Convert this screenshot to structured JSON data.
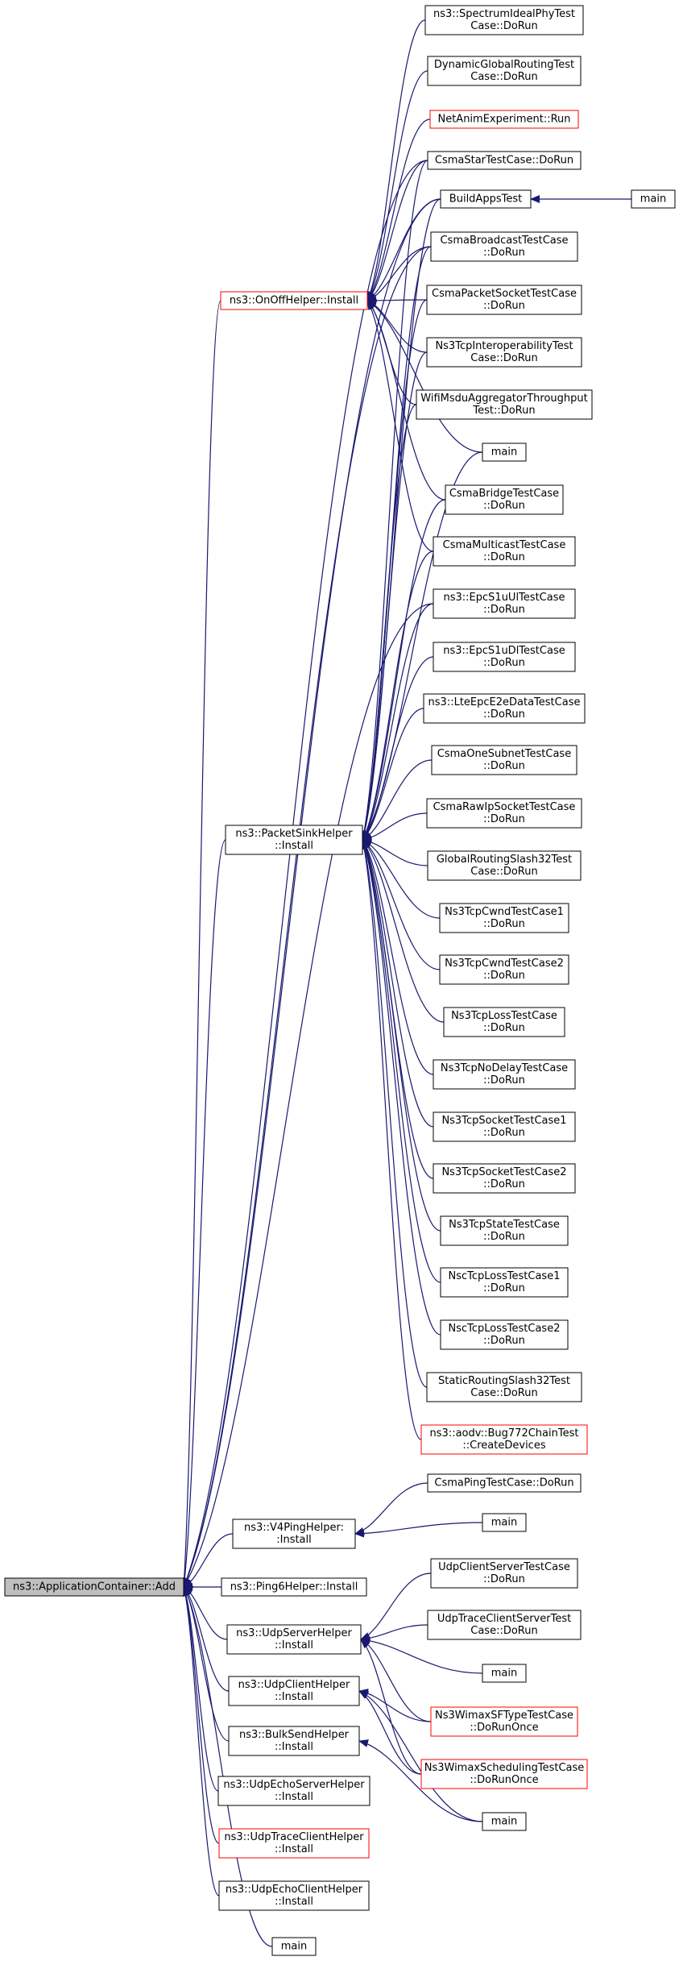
{
  "diagram": {
    "colors": {
      "edge": "#191970",
      "node_border": "#000000",
      "node_border_truncated": "#ff0000",
      "node_fill": "#ffffff",
      "root_fill": "#bfbfbf",
      "text": "#000000"
    },
    "nodes": [
      {
        "id": "root",
        "lines": [
          "ns3::ApplicationContainer::Add"
        ],
        "style": "root"
      },
      {
        "id": "onoff",
        "lines": [
          "ns3::OnOffHelper::Install"
        ],
        "style": "truncated"
      },
      {
        "id": "packetsink",
        "lines": [
          "ns3::PacketSinkHelper",
          "::Install"
        ],
        "style": "normal"
      },
      {
        "id": "v4ping",
        "lines": [
          "ns3::V4PingHelper:",
          ":Install"
        ],
        "style": "normal"
      },
      {
        "id": "ping6",
        "lines": [
          "ns3::Ping6Helper::Install"
        ],
        "style": "normal"
      },
      {
        "id": "udpserver",
        "lines": [
          "ns3::UdpServerHelper",
          "::Install"
        ],
        "style": "normal"
      },
      {
        "id": "udpclient",
        "lines": [
          "ns3::UdpClientHelper",
          "::Install"
        ],
        "style": "normal"
      },
      {
        "id": "bulksend",
        "lines": [
          "ns3::BulkSendHelper",
          "::Install"
        ],
        "style": "normal"
      },
      {
        "id": "udpechoserver",
        "lines": [
          "ns3::UdpEchoServerHelper",
          "::Install"
        ],
        "style": "normal"
      },
      {
        "id": "udptraceclient",
        "lines": [
          "ns3::UdpTraceClientHelper",
          "::Install"
        ],
        "style": "truncated"
      },
      {
        "id": "udpechoclient",
        "lines": [
          "ns3::UdpEchoClientHelper",
          "::Install"
        ],
        "style": "normal"
      },
      {
        "id": "main_root",
        "lines": [
          "main"
        ],
        "style": "normal"
      },
      {
        "id": "spectrum",
        "lines": [
          "ns3::SpectrumIdealPhyTest",
          "Case::DoRun"
        ],
        "style": "normal"
      },
      {
        "id": "dynglobal",
        "lines": [
          "DynamicGlobalRoutingTest",
          "Case::DoRun"
        ],
        "style": "normal"
      },
      {
        "id": "netanim",
        "lines": [
          "NetAnimExperiment::Run"
        ],
        "style": "truncated"
      },
      {
        "id": "csmastar",
        "lines": [
          "CsmaStarTestCase::DoRun"
        ],
        "style": "normal"
      },
      {
        "id": "buildapps",
        "lines": [
          "BuildAppsTest"
        ],
        "style": "normal"
      },
      {
        "id": "main_top",
        "lines": [
          "main"
        ],
        "style": "normal"
      },
      {
        "id": "csmabroadcast",
        "lines": [
          "CsmaBroadcastTestCase",
          "::DoRun"
        ],
        "style": "normal"
      },
      {
        "id": "csmapacket",
        "lines": [
          "CsmaPacketSocketTestCase",
          "::DoRun"
        ],
        "style": "normal"
      },
      {
        "id": "ns3tcpinterop",
        "lines": [
          "Ns3TcpInteroperabilityTest",
          "Case::DoRun"
        ],
        "style": "normal"
      },
      {
        "id": "wifimsdu",
        "lines": [
          "WifiMsduAggregatorThroughput",
          "Test::DoRun"
        ],
        "style": "normal"
      },
      {
        "id": "main_onoff",
        "lines": [
          "main"
        ],
        "style": "normal"
      },
      {
        "id": "csmabridge",
        "lines": [
          "CsmaBridgeTestCase",
          "::DoRun"
        ],
        "style": "normal"
      },
      {
        "id": "csmamulticast",
        "lines": [
          "CsmaMulticastTestCase",
          "::DoRun"
        ],
        "style": "normal"
      },
      {
        "id": "epcul",
        "lines": [
          "ns3::EpcS1uUlTestCase",
          "::DoRun"
        ],
        "style": "normal"
      },
      {
        "id": "epcdl",
        "lines": [
          "ns3::EpcS1uDlTestCase",
          "::DoRun"
        ],
        "style": "normal"
      },
      {
        "id": "lteepc",
        "lines": [
          "ns3::LteEpcE2eDataTestCase",
          "::DoRun"
        ],
        "style": "normal"
      },
      {
        "id": "csmaonesubnet",
        "lines": [
          "CsmaOneSubnetTestCase",
          "::DoRun"
        ],
        "style": "normal"
      },
      {
        "id": "csmarawip",
        "lines": [
          "CsmaRawIpSocketTestCase",
          "::DoRun"
        ],
        "style": "normal"
      },
      {
        "id": "globalslash32",
        "lines": [
          "GlobalRoutingSlash32Test",
          "Case::DoRun"
        ],
        "style": "normal"
      },
      {
        "id": "tcpcwnd1",
        "lines": [
          "Ns3TcpCwndTestCase1",
          "::DoRun"
        ],
        "style": "normal"
      },
      {
        "id": "tcpcwnd2",
        "lines": [
          "Ns3TcpCwndTestCase2",
          "::DoRun"
        ],
        "style": "normal"
      },
      {
        "id": "tcploss",
        "lines": [
          "Ns3TcpLossTestCase",
          "::DoRun"
        ],
        "style": "normal"
      },
      {
        "id": "tcpnodelay",
        "lines": [
          "Ns3TcpNoDelayTestCase",
          "::DoRun"
        ],
        "style": "normal"
      },
      {
        "id": "tcpsocket1",
        "lines": [
          "Ns3TcpSocketTestCase1",
          "::DoRun"
        ],
        "style": "normal"
      },
      {
        "id": "tcpsocket2",
        "lines": [
          "Ns3TcpSocketTestCase2",
          "::DoRun"
        ],
        "style": "normal"
      },
      {
        "id": "tcpstate",
        "lines": [
          "Ns3TcpStateTestCase",
          "::DoRun"
        ],
        "style": "normal"
      },
      {
        "id": "nscloss1",
        "lines": [
          "NscTcpLossTestCase1",
          "::DoRun"
        ],
        "style": "normal"
      },
      {
        "id": "nscloss2",
        "lines": [
          "NscTcpLossTestCase2",
          "::DoRun"
        ],
        "style": "normal"
      },
      {
        "id": "staticslash32",
        "lines": [
          "StaticRoutingSlash32Test",
          "Case::DoRun"
        ],
        "style": "normal"
      },
      {
        "id": "aodv",
        "lines": [
          "ns3::aodv::Bug772ChainTest",
          "::CreateDevices"
        ],
        "style": "truncated"
      },
      {
        "id": "csmaping",
        "lines": [
          "CsmaPingTestCase::DoRun"
        ],
        "style": "normal"
      },
      {
        "id": "main_v4",
        "lines": [
          "main"
        ],
        "style": "normal"
      },
      {
        "id": "udpclientserver",
        "lines": [
          "UdpClientServerTestCase",
          "::DoRun"
        ],
        "style": "normal"
      },
      {
        "id": "udptraceclientserver",
        "lines": [
          "UdpTraceClientServerTest",
          "Case::DoRun"
        ],
        "style": "normal"
      },
      {
        "id": "main_udp",
        "lines": [
          "main"
        ],
        "style": "normal"
      },
      {
        "id": "wimaxsf",
        "lines": [
          "Ns3WimaxSFTypeTestCase",
          "::DoRunOnce"
        ],
        "style": "truncated"
      },
      {
        "id": "wimaxsched",
        "lines": [
          "Ns3WimaxSchedulingTestCase",
          "::DoRunOnce"
        ],
        "style": "truncated"
      },
      {
        "id": "main_bulk",
        "lines": [
          "main"
        ],
        "style": "normal"
      }
    ],
    "edges": [
      {
        "from": "onoff",
        "to": "root"
      },
      {
        "from": "packetsink",
        "to": "root"
      },
      {
        "from": "v4ping",
        "to": "root"
      },
      {
        "from": "ping6",
        "to": "root"
      },
      {
        "from": "udpserver",
        "to": "root"
      },
      {
        "from": "udpclient",
        "to": "root"
      },
      {
        "from": "bulksend",
        "to": "root"
      },
      {
        "from": "udpechoserver",
        "to": "root"
      },
      {
        "from": "udptraceclient",
        "to": "root"
      },
      {
        "from": "udpechoclient",
        "to": "root"
      },
      {
        "from": "main_root",
        "to": "root"
      },
      {
        "from": "csmastar",
        "to": "root"
      },
      {
        "from": "buildapps",
        "to": "root"
      },
      {
        "from": "csmabroadcast",
        "to": "root"
      },
      {
        "from": "epcul",
        "to": "root"
      },
      {
        "from": "main_top",
        "to": "buildapps"
      },
      {
        "from": "spectrum",
        "to": "onoff"
      },
      {
        "from": "dynglobal",
        "to": "onoff"
      },
      {
        "from": "netanim",
        "to": "onoff"
      },
      {
        "from": "csmastar",
        "to": "onoff"
      },
      {
        "from": "buildapps",
        "to": "onoff"
      },
      {
        "from": "csmabroadcast",
        "to": "onoff"
      },
      {
        "from": "csmapacket",
        "to": "onoff"
      },
      {
        "from": "ns3tcpinterop",
        "to": "onoff"
      },
      {
        "from": "wifimsdu",
        "to": "onoff"
      },
      {
        "from": "main_onoff",
        "to": "onoff"
      },
      {
        "from": "csmabridge",
        "to": "onoff"
      },
      {
        "from": "csmamulticast",
        "to": "onoff"
      },
      {
        "from": "csmastar",
        "to": "packetsink"
      },
      {
        "from": "buildapps",
        "to": "packetsink"
      },
      {
        "from": "csmabroadcast",
        "to": "packetsink"
      },
      {
        "from": "csmapacket",
        "to": "packetsink"
      },
      {
        "from": "ns3tcpinterop",
        "to": "packetsink"
      },
      {
        "from": "wifimsdu",
        "to": "packetsink"
      },
      {
        "from": "main_onoff",
        "to": "packetsink"
      },
      {
        "from": "csmabridge",
        "to": "packetsink"
      },
      {
        "from": "csmamulticast",
        "to": "packetsink"
      },
      {
        "from": "epcul",
        "to": "packetsink"
      },
      {
        "from": "epcdl",
        "to": "packetsink"
      },
      {
        "from": "lteepc",
        "to": "packetsink"
      },
      {
        "from": "csmaonesubnet",
        "to": "packetsink"
      },
      {
        "from": "csmarawip",
        "to": "packetsink"
      },
      {
        "from": "globalslash32",
        "to": "packetsink"
      },
      {
        "from": "tcpcwnd1",
        "to": "packetsink"
      },
      {
        "from": "tcpcwnd2",
        "to": "packetsink"
      },
      {
        "from": "tcploss",
        "to": "packetsink"
      },
      {
        "from": "tcpnodelay",
        "to": "packetsink"
      },
      {
        "from": "tcpsocket1",
        "to": "packetsink"
      },
      {
        "from": "tcpsocket2",
        "to": "packetsink"
      },
      {
        "from": "tcpstate",
        "to": "packetsink"
      },
      {
        "from": "nscloss1",
        "to": "packetsink"
      },
      {
        "from": "nscloss2",
        "to": "packetsink"
      },
      {
        "from": "staticslash32",
        "to": "packetsink"
      },
      {
        "from": "aodv",
        "to": "packetsink"
      },
      {
        "from": "csmaping",
        "to": "v4ping"
      },
      {
        "from": "main_v4",
        "to": "v4ping"
      },
      {
        "from": "udpclientserver",
        "to": "udpserver"
      },
      {
        "from": "udptraceclientserver",
        "to": "udpserver"
      },
      {
        "from": "main_udp",
        "to": "udpserver"
      },
      {
        "from": "wimaxsf",
        "to": "udpserver"
      },
      {
        "from": "wimaxsched",
        "to": "udpserver"
      },
      {
        "from": "wimaxsf",
        "to": "udpclient"
      },
      {
        "from": "wimaxsched",
        "to": "udpclient"
      },
      {
        "from": "main_bulk",
        "to": "udpclient"
      },
      {
        "from": "main_bulk",
        "to": "bulksend"
      }
    ]
  }
}
